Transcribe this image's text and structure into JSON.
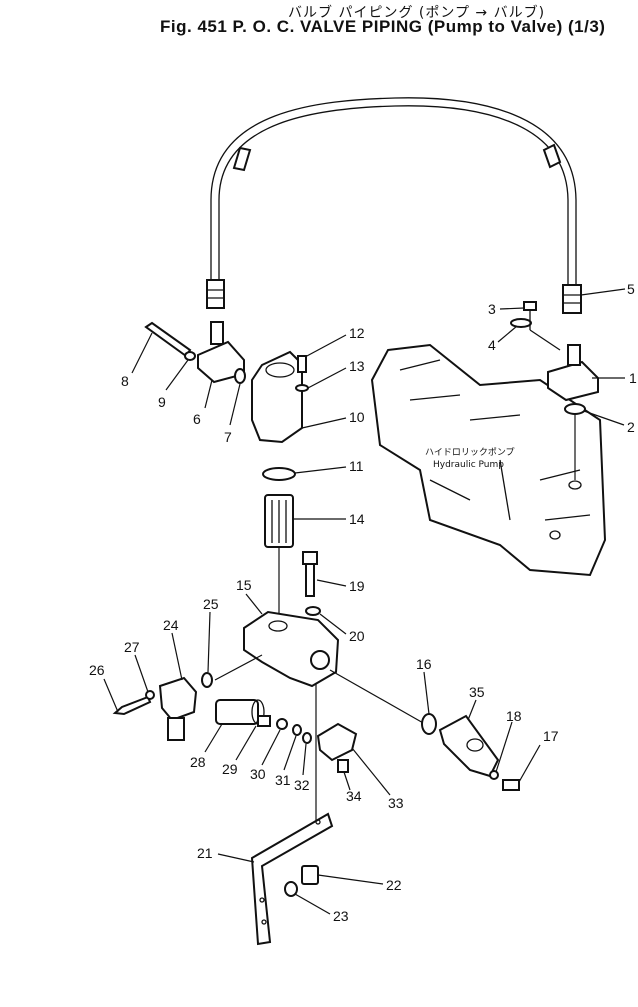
{
  "title": {
    "japanese": "バルブ パイピング (ポンプ → バルブ)",
    "english": "Fig. 451  P. O. C. VALVE  PIPING (Pump  to  Valve) (1/3)"
  },
  "pump_label": {
    "japanese": "ハイドロリックポンプ",
    "english": "Hydraulic Pump"
  },
  "callouts": [
    "1",
    "2",
    "3",
    "4",
    "5",
    "6",
    "7",
    "8",
    "9",
    "10",
    "11",
    "12",
    "13",
    "14",
    "15",
    "16",
    "17",
    "18",
    "19",
    "20",
    "21",
    "22",
    "23",
    "24",
    "25",
    "26",
    "27",
    "28",
    "29",
    "30",
    "31",
    "32",
    "33",
    "34",
    "35"
  ],
  "icons": [
    "hose",
    "hydraulic-pump",
    "pipe-flange",
    "o-ring",
    "bolt",
    "washer",
    "filter-case",
    "filter-element",
    "poc-valve-body",
    "bracket",
    "plug",
    "elbow-fitting",
    "valve-assembly"
  ]
}
